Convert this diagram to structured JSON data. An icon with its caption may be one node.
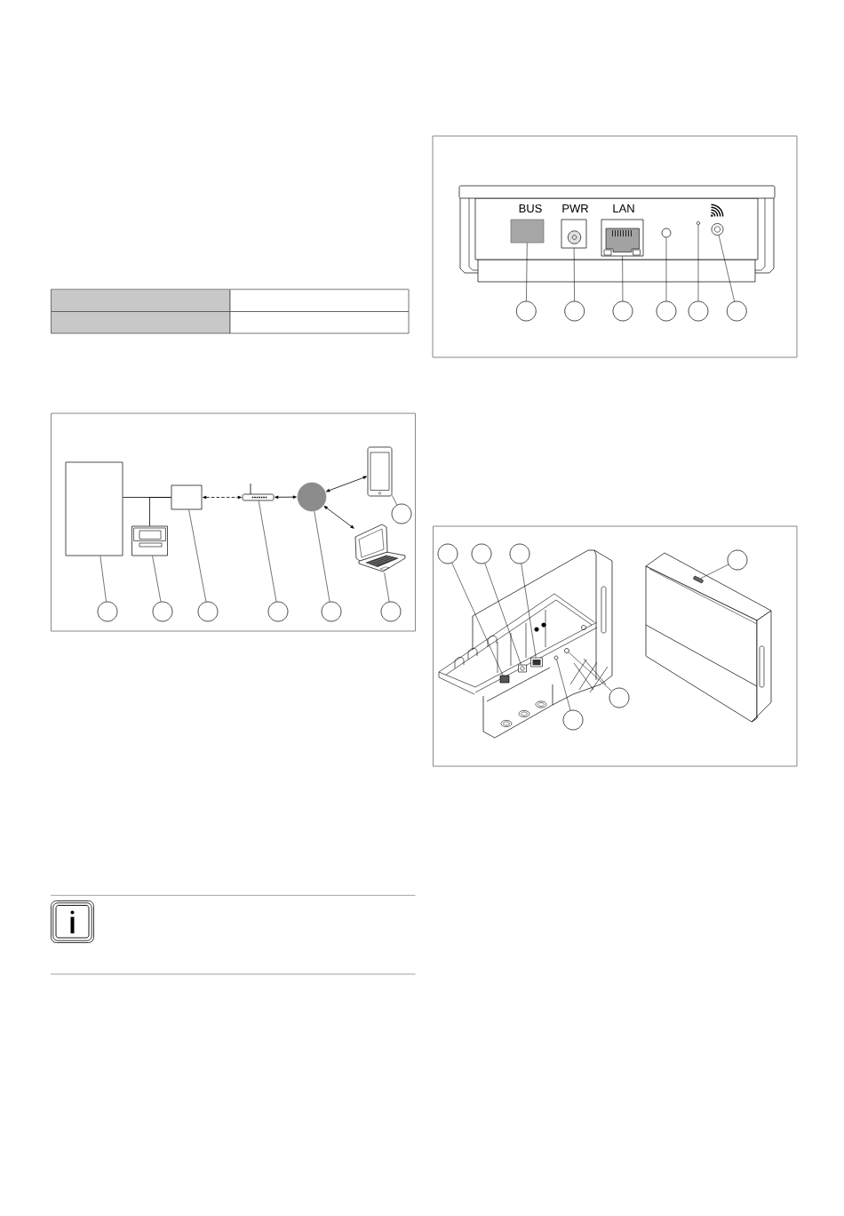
{
  "diagram": {
    "nodes": [
      {
        "text": [],
        "shape": "box"
      },
      {
        "text": [],
        "shape": "picture"
      },
      {
        "text": [],
        "shape": "box"
      },
      {
        "text": [],
        "shape": "picture"
      },
      {
        "text": [],
        "shape": "circle"
      },
      {
        "text": [],
        "shape": "picture"
      },
      {
        "text": [],
        "shape": "picture"
      },
      {
        "text": [],
        "shape": "circle"
      },
      {
        "text": [],
        "shape": "circle"
      },
      {
        "text": [],
        "shape": "circle"
      },
      {
        "text": [],
        "shape": "circle"
      },
      {
        "text": [],
        "shape": "circle"
      },
      {
        "text": [],
        "shape": "circle"
      },
      {
        "text": [],
        "shape": "circle"
      },
      {
        "text": [],
        "shape": "box"
      },
      {
        "text": [],
        "shape": "picture"
      },
      {
        "text": [],
        "shape": "picture"
      },
      {
        "text": [],
        "shape": "circle"
      },
      {
        "text": [],
        "shape": "circle"
      },
      {
        "text": [],
        "shape": "circle"
      },
      {
        "text": [],
        "shape": "circle"
      },
      {
        "text": [],
        "shape": "circle"
      },
      {
        "text": [],
        "shape": "circle"
      },
      {
        "text": [],
        "shape": "circle"
      },
      {
        "text": [],
        "shape": "circle"
      },
      {
        "text": [],
        "shape": "circle"
      },
      {
        "text": [],
        "shape": "box"
      },
      {
        "text": [],
        "shape": "picture"
      },
      {
        "text": [],
        "shape": "picture"
      },
      {
        "text": [],
        "shape": "circle"
      },
      {
        "text": [],
        "shape": "circle"
      },
      {
        "text": [],
        "shape": "bar"
      },
      {
        "text": [],
        "shape": "circle"
      },
      {
        "text": [],
        "shape": "circle"
      },
      {
        "text": [],
        "shape": "circle"
      },
      {
        "text": [],
        "shape": "circle"
      },
      {
        "text": [],
        "shape": "circle"
      },
      {
        "text": [],
        "shape": "circle"
      }
    ],
    "edges": [
      {
        "from": 0,
        "to": 2,
        "arrow": "none"
      },
      {
        "from": 1,
        "to": 2,
        "arrow": "none"
      },
      {
        "from": 2,
        "to": 3,
        "arrow": "both",
        "style": "dashed"
      },
      {
        "from": 3,
        "to": 4,
        "arrow": "both"
      },
      {
        "from": 4,
        "to": 5,
        "arrow": "both"
      },
      {
        "from": 4,
        "to": 6,
        "arrow": "both"
      },
      {
        "from": 7,
        "to": 0,
        "arrow": "none"
      },
      {
        "from": 8,
        "to": 1,
        "arrow": "none"
      },
      {
        "from": 9,
        "to": 2,
        "arrow": "none"
      },
      {
        "from": 10,
        "to": 3,
        "arrow": "none"
      },
      {
        "from": 11,
        "to": 4,
        "arrow": "none"
      },
      {
        "from": 12,
        "to": 6,
        "arrow": "none"
      },
      {
        "from": 13,
        "to": 5,
        "arrow": "none"
      },
      {
        "from": 20,
        "to": 14,
        "arrow": "none"
      },
      {
        "from": 21,
        "to": 15,
        "arrow": "none"
      },
      {
        "from": 22,
        "to": 16,
        "arrow": "none"
      },
      {
        "from": 23,
        "to": 17,
        "arrow": "none"
      },
      {
        "from": 24,
        "to": 18,
        "arrow": "none"
      },
      {
        "from": 25,
        "to": 19,
        "arrow": "none"
      },
      {
        "from": 32,
        "to": 26,
        "arrow": "none"
      },
      {
        "from": 33,
        "to": 27,
        "arrow": "none"
      },
      {
        "from": 34,
        "to": 28,
        "arrow": "none"
      },
      {
        "from": 35,
        "to": 31,
        "arrow": "none"
      },
      {
        "from": 36,
        "to": 29,
        "arrow": "none"
      },
      {
        "from": 37,
        "to": 30,
        "arrow": "none"
      }
    ],
    "labels": [
      "BUS",
      "PWR",
      "LAN"
    ]
  }
}
